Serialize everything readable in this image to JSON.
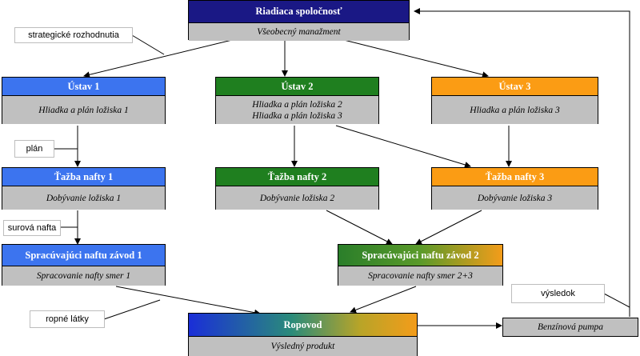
{
  "nodes": {
    "hq": {
      "title": "Riadiaca spoločnosť",
      "subtitle": "Všeobecný manažment"
    },
    "ustav1": {
      "title": "Ústav 1",
      "subtitle": "Hliadka a plán ložiska 1"
    },
    "ustav2": {
      "title": "Ústav 2",
      "subtitle_1": "Hliadka a plán ložiska 2",
      "subtitle_2": "Hliadka a plán ložiska 3"
    },
    "ustav3": {
      "title": "Ústav 3",
      "subtitle": "Hliadka a plán ložiska 3"
    },
    "tazba1": {
      "title": "Ťažba nafty 1",
      "subtitle": "Dobývanie ložiska 1"
    },
    "tazba2": {
      "title": "Ťažba nafty 2",
      "subtitle": "Dobývanie ložiska 2"
    },
    "tazba3": {
      "title": "Ťažba nafty 3",
      "subtitle": "Dobývanie ložiska 3"
    },
    "zavod1": {
      "title": "Spracúvajúci naftu závod 1",
      "subtitle": "Spracovanie nafty smer 1"
    },
    "zavod2": {
      "title": "Spracúvajúci naftu závod 2",
      "subtitle": "Spracovanie nafty smer 2+3"
    },
    "ropovod": {
      "title": "Ropovod",
      "subtitle": "Výsledný produkt"
    },
    "pumpa": {
      "subtitle": "Benzínová pumpa"
    }
  },
  "notes": {
    "strategic": "strategické rozhodnutia",
    "plan": "plán",
    "crude": "surová nafta",
    "petroleum": "ropné látky",
    "result": "výsledok"
  }
}
